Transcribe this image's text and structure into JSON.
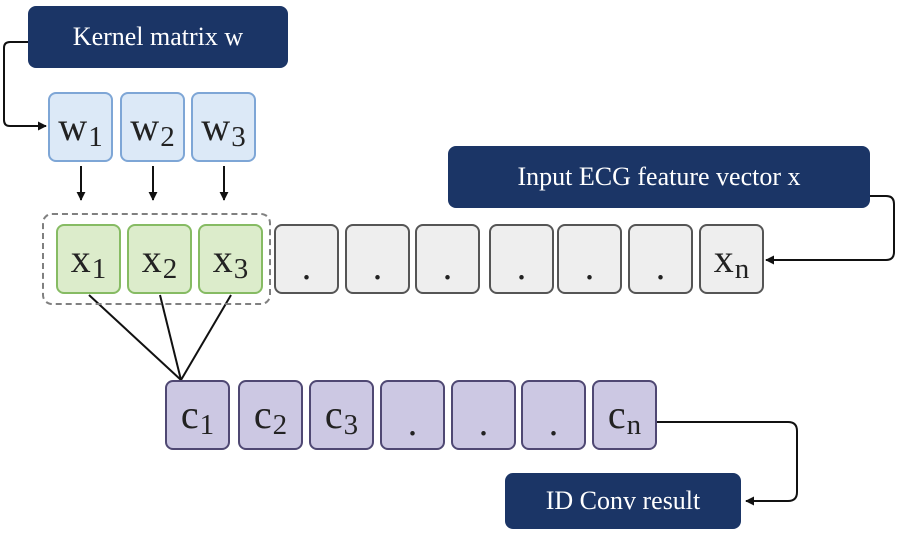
{
  "labels": {
    "kernel": "Kernel matrix w",
    "input": "Input ECG feature vector x",
    "result": "ID Conv result"
  },
  "kernel_cells": [
    {
      "main": "w",
      "sub": "1"
    },
    {
      "main": "w",
      "sub": "2"
    },
    {
      "main": "w",
      "sub": "3"
    }
  ],
  "input_cells": [
    {
      "main": "x",
      "sub": "1"
    },
    {
      "main": "x",
      "sub": "2"
    },
    {
      "main": "x",
      "sub": "3"
    },
    {
      "main": ".",
      "sub": ""
    },
    {
      "main": ".",
      "sub": ""
    },
    {
      "main": ".",
      "sub": ""
    },
    {
      "main": ".",
      "sub": ""
    },
    {
      "main": ".",
      "sub": ""
    },
    {
      "main": ".",
      "sub": ""
    },
    {
      "main": "x",
      "sub": "n"
    }
  ],
  "output_cells": [
    {
      "main": "c",
      "sub": "1"
    },
    {
      "main": "c",
      "sub": "2"
    },
    {
      "main": "c",
      "sub": "3"
    },
    {
      "main": ".",
      "sub": ""
    },
    {
      "main": ".",
      "sub": ""
    },
    {
      "main": ".",
      "sub": ""
    },
    {
      "main": "c",
      "sub": "n"
    }
  ],
  "colors": {
    "label_bg": "#1b3566",
    "kernel_fill": "#dce9f7",
    "input_active_fill": "#dceccb",
    "input_fill": "#eeeeee",
    "output_fill": "#ccc8e3"
  }
}
